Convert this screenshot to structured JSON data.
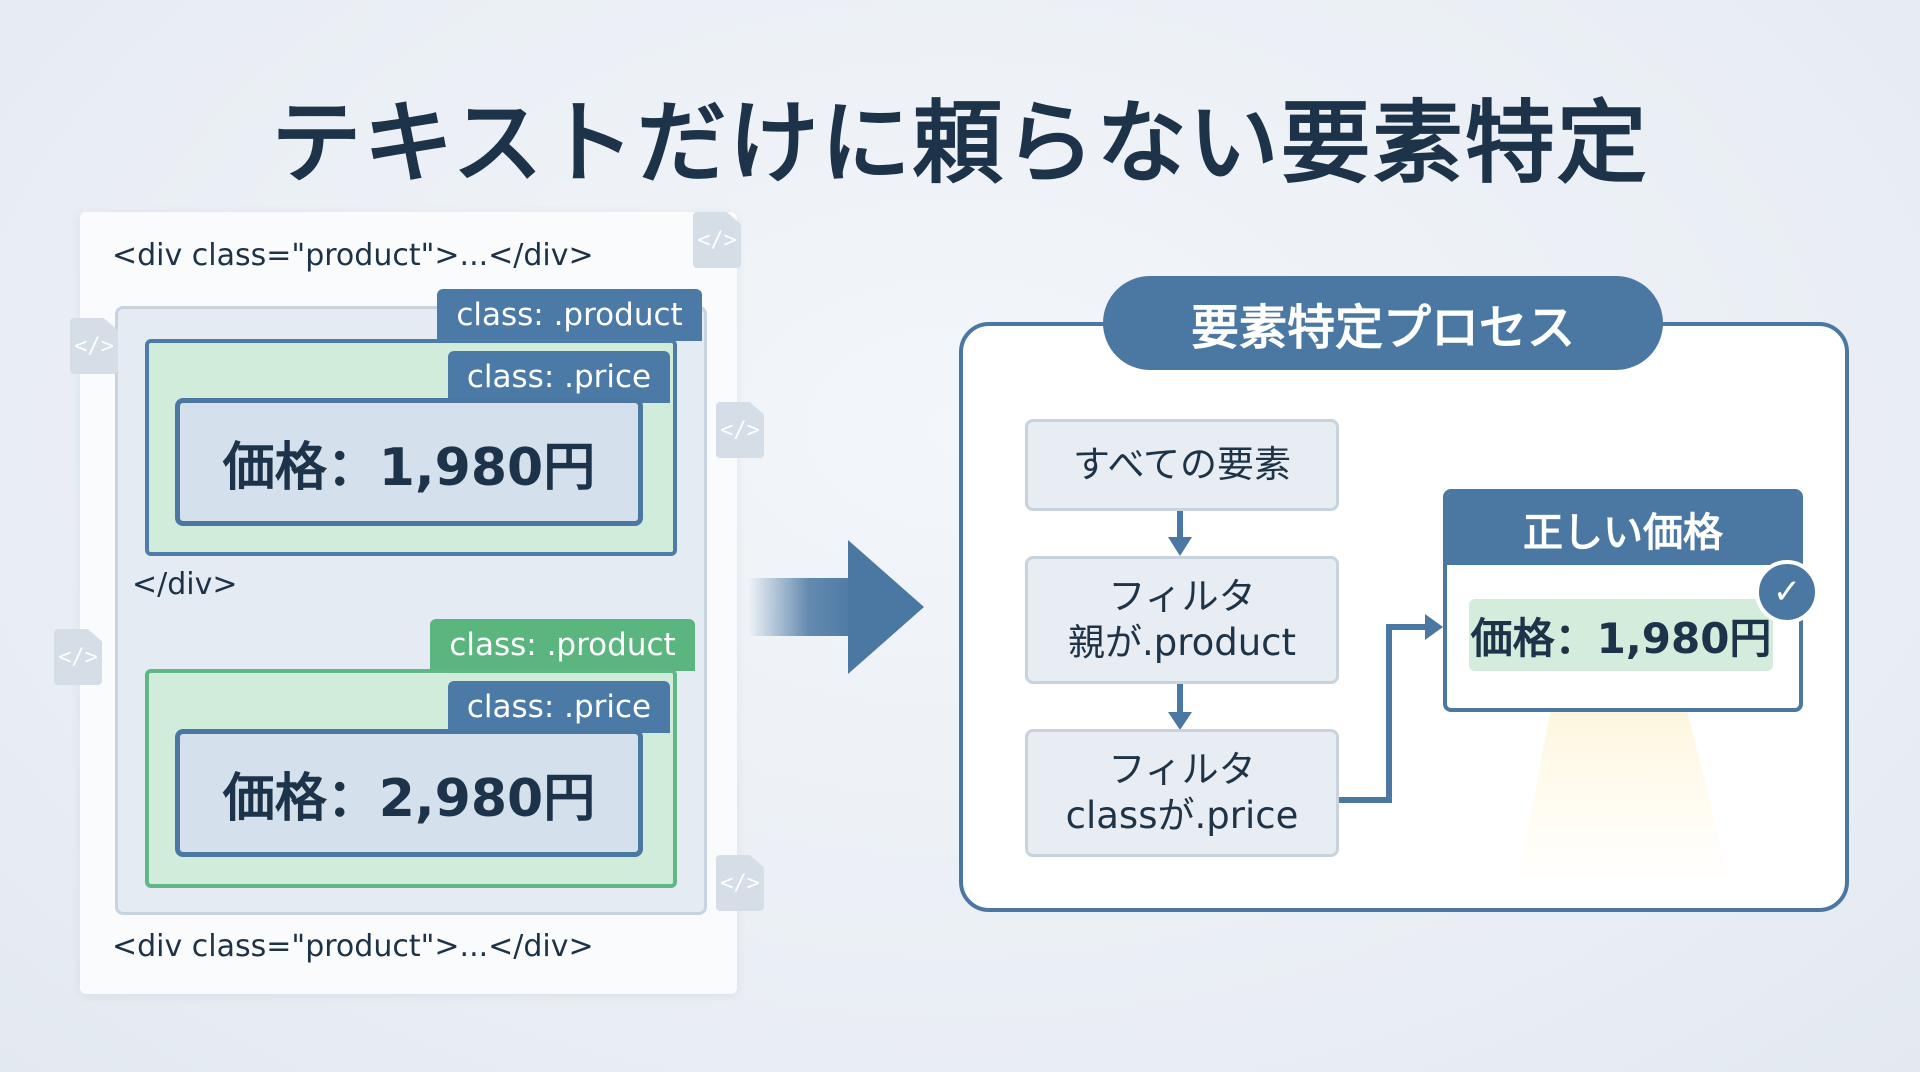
{
  "title": "テキストだけに頼らない要素特定",
  "code_panel": {
    "top_code": "<div class=\"product\">...</div>",
    "close_div": "</div>",
    "bottom_code": "<div class=\"product\">...</div>",
    "product_blocks": [
      {
        "product_tag": "class: .product",
        "price_tag": "class: .price",
        "price_text": "価格：1,980円"
      },
      {
        "product_tag": "class: .product",
        "price_tag": "class: .price",
        "price_text": "価格：2,980円"
      }
    ],
    "file_icon_glyph": "</>"
  },
  "process": {
    "title": "要素特定プロセス",
    "steps": [
      {
        "line1": "すべての要素",
        "line2": ""
      },
      {
        "line1": "フィルタ",
        "line2": "親が.product"
      },
      {
        "line1": "フィルタ",
        "line2": "classが.price"
      }
    ],
    "result": {
      "header": "正しい価格",
      "price_text": "価格：1,980円",
      "check_icon": "check-icon"
    }
  },
  "colors": {
    "accent_blue": "#4b78a3",
    "accent_green": "#5ab57e",
    "title_dark": "#1d3349"
  }
}
